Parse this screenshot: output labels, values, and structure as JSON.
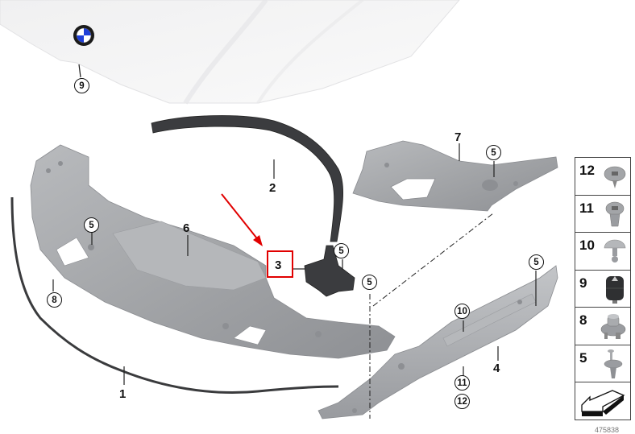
{
  "diagram": {
    "type": "exploded-parts-diagram",
    "subject": "Front hood and radiator trim / air duct assembly",
    "brand_badge": "bmw-roundel",
    "callout_labels": [
      {
        "id": "1",
        "style": "plain",
        "part": "seal strip"
      },
      {
        "id": "2",
        "style": "plain",
        "part": "upper seal / trim strip"
      },
      {
        "id": "3",
        "style": "plain",
        "part": "bracket",
        "highlighted": true
      },
      {
        "id": "4",
        "style": "plain",
        "part": "right air duct / trim panel"
      },
      {
        "id": "6",
        "style": "plain",
        "part": "radiator cover panel"
      },
      {
        "id": "7",
        "style": "plain",
        "part": "upper left trim panel"
      },
      {
        "id": "9",
        "style": "circled",
        "part": "hood (badge)"
      },
      {
        "id": "8",
        "style": "circled"
      },
      {
        "id": "5",
        "style": "circled"
      },
      {
        "id": "10",
        "style": "circled"
      },
      {
        "id": "11",
        "style": "circled"
      },
      {
        "id": "12",
        "style": "circled"
      }
    ],
    "highlight": {
      "label": "3",
      "color": "#e10000"
    },
    "legend": [
      {
        "label": "12",
        "part": "screw-washer fastener"
      },
      {
        "label": "11",
        "part": "expanding clip with washer"
      },
      {
        "label": "10",
        "part": "mushroom-head plug"
      },
      {
        "label": "9",
        "part": "rubber bump stop"
      },
      {
        "label": "8",
        "part": "adjustable buffer"
      },
      {
        "label": "5",
        "part": "expanding rivet"
      },
      {
        "label": "",
        "part": "direction-arrow-icon"
      }
    ],
    "image_number": "475838"
  },
  "labels": {
    "n1": "1",
    "n2": "2",
    "n3": "3",
    "n4": "4",
    "n6": "6",
    "n7": "7",
    "c9": "9",
    "c8": "8",
    "c5": "5",
    "c10": "10",
    "c11": "11",
    "c12": "12"
  },
  "colors": {
    "highlight_red": "#e10000",
    "panel_gray": "#a9abae",
    "panel_dark": "#7f8185",
    "seal_black": "#3a3b3d",
    "hood_white": "#f4f4f5"
  }
}
